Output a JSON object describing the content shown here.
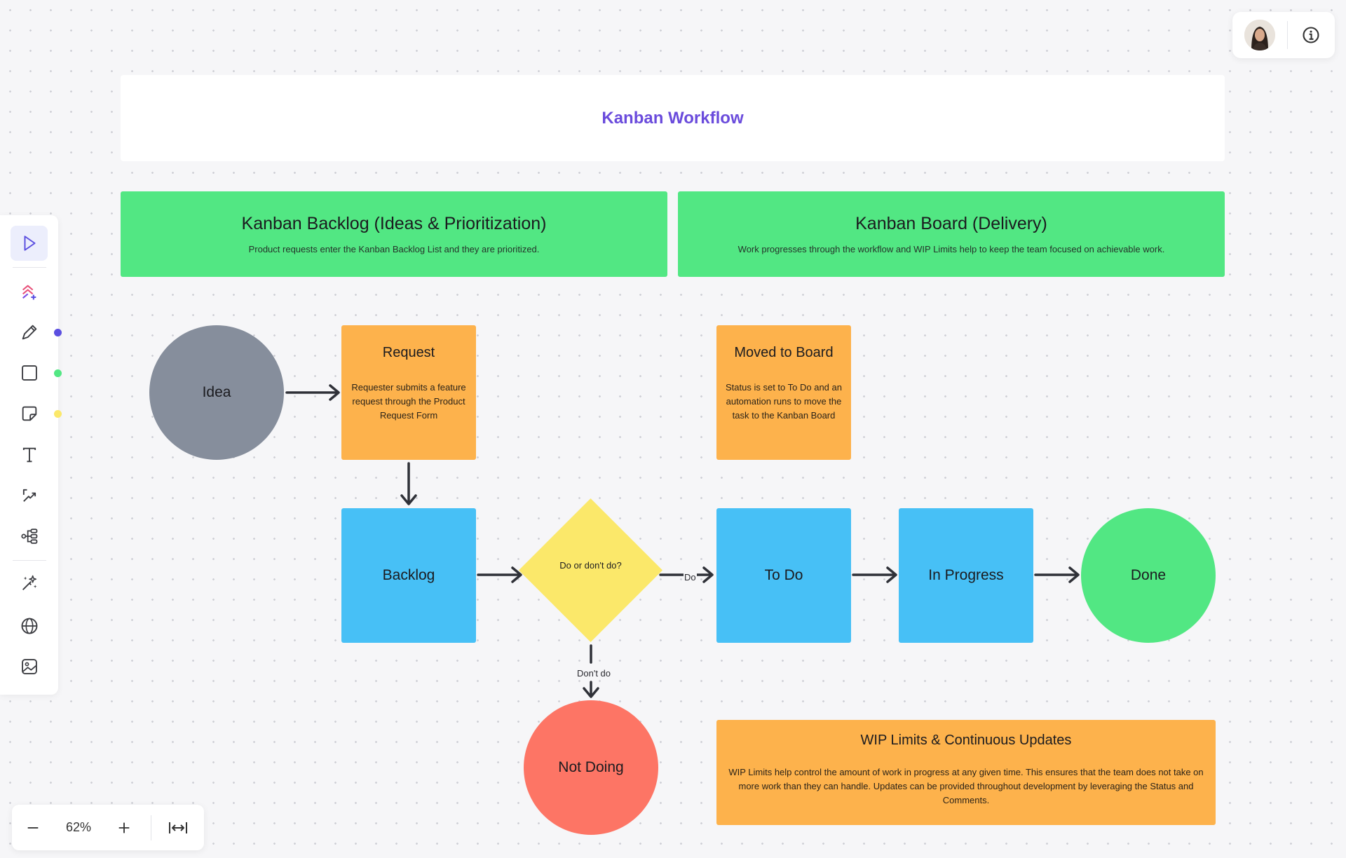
{
  "header": {
    "title": "Kanban Workflow"
  },
  "sections": {
    "backlog": {
      "title": "Kanban Backlog (Ideas & Prioritization)",
      "description": "Product requests enter the Kanban Backlog List and they are prioritized."
    },
    "board": {
      "title": "Kanban Board (Delivery)",
      "description": "Work progresses through the workflow and WIP Limits help to keep the team focused on achievable work."
    }
  },
  "nodes": {
    "idea": "Idea",
    "request": {
      "title": "Request",
      "description": "Requester submits a feature request through the Product Request Form"
    },
    "moved": {
      "title": "Moved to Board",
      "description": "Status is set to To Do and an automation runs to move the task to the Kanban Board"
    },
    "backlog": "Backlog",
    "decision": "Do or don't do?",
    "todo": "To Do",
    "in_progress": "In Progress",
    "done": "Done",
    "not_doing": "Not Doing"
  },
  "edge_labels": {
    "do": "Do",
    "dont_do": "Don't do"
  },
  "wip_note": {
    "title": "WIP Limits & Continuous Updates",
    "description": "WIP Limits help control the amount of work in progress at any given time. This ensures that the team does not take on more work than they can handle. Updates can be provided throughout development by leveraging the Status and Comments."
  },
  "toolbar": {
    "tools": [
      "select-cursor",
      "ai-shapes",
      "pen",
      "shape-square",
      "sticky-note",
      "text",
      "connector",
      "mind-map",
      "magic-sparkles",
      "web-embed",
      "image"
    ],
    "active": "select-cursor",
    "color_dots": [
      "#5b4fe0",
      "#52e783",
      "#fbe86a"
    ]
  },
  "zoom": {
    "value": "62%"
  },
  "colors": {
    "green": "#52e783",
    "orange": "#fdb24c",
    "blue": "#47c0f6",
    "gray": "#868e9c",
    "yellow": "#fbe86a",
    "red": "#fd7565",
    "title": "#6a4bdc"
  }
}
